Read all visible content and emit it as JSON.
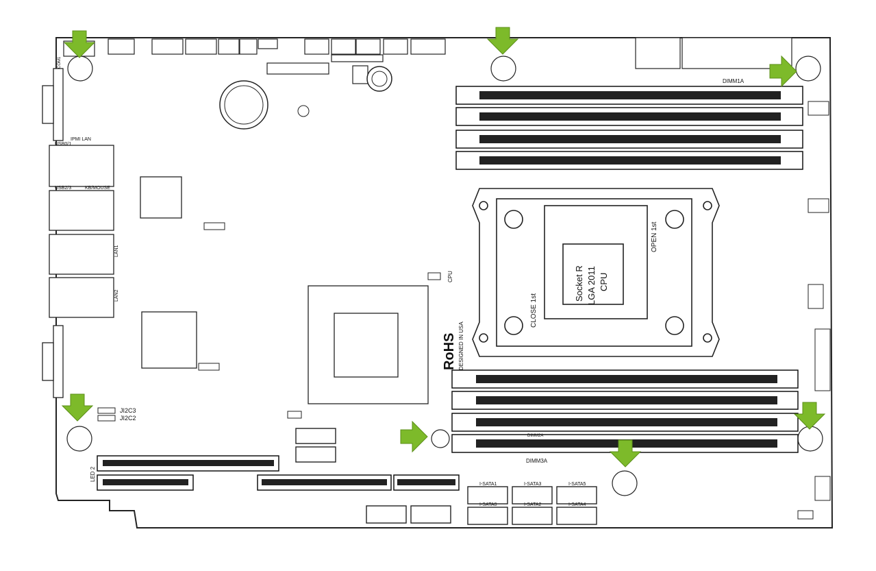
{
  "board": {
    "dimm_labels": [
      "DIMM1A",
      "DIMM2A",
      "DIMM3A"
    ],
    "cpu_socket_lines": [
      "Socket R",
      "LGA 2011",
      "CPU"
    ],
    "open_label": "OPEN 1st",
    "close_label": "CLOSE 1st",
    "rohs_label": "RoHS",
    "designed_label": "DESIGNED IN USA",
    "cpu_label": "CPU",
    "ipmi_lan_label": "IPMI LAN",
    "usb01_label": "USB0/1",
    "usb23_label": "USB2/3",
    "kbmouse_label": "KB/MOUSE",
    "lan1_label": "LAN1",
    "lan2_label": "LAN2",
    "com1_label": "COM1",
    "ji2c3_label": "JI2C3",
    "ji2c2_label": "JI2C2",
    "led2_label": "LED 2",
    "sata_top": [
      "I-SATA1",
      "I-SATA3",
      "I-SATA5"
    ],
    "sata_bottom": [
      "I-SATA0",
      "I-SATA2",
      "I-SATA4"
    ]
  },
  "colors": {
    "arrow": "#7dba2a",
    "arrow_stroke": "#5c8f1a",
    "line": "#222222"
  },
  "icons": [
    "arrow-down-icon",
    "arrow-right-icon",
    "mounting-hole-icon"
  ]
}
